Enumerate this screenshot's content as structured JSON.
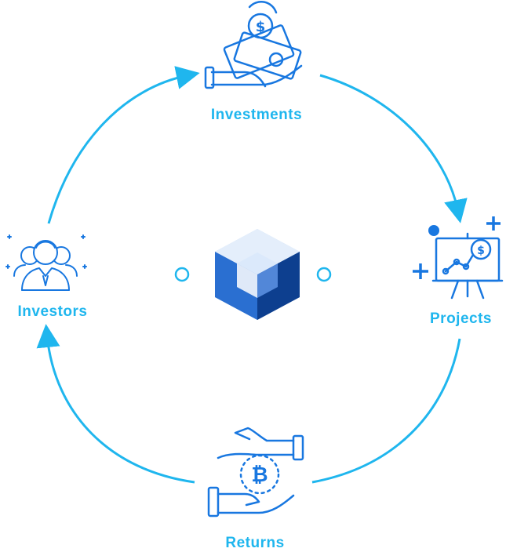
{
  "nodes": {
    "investments": {
      "label": "Investments",
      "icon": "money-hand-icon"
    },
    "projects": {
      "label": "Projects",
      "icon": "presentation-board-icon"
    },
    "returns": {
      "label": "Returns",
      "icon": "bitcoin-hands-icon"
    },
    "investors": {
      "label": "Investors",
      "icon": "investors-group-icon"
    }
  },
  "center": {
    "icon": "cube-logo-icon"
  },
  "edges": [
    {
      "from": "investors",
      "to": "investments"
    },
    {
      "from": "investments",
      "to": "projects"
    },
    {
      "from": "projects",
      "to": "returns"
    },
    {
      "from": "returns",
      "to": "investors"
    }
  ],
  "colors": {
    "accent": "#1fb6ee",
    "icon": "#1877e0",
    "logo_dark": "#0d3f8f",
    "logo_mid": "#2a6fd1",
    "logo_light": "#bcd6f3"
  }
}
